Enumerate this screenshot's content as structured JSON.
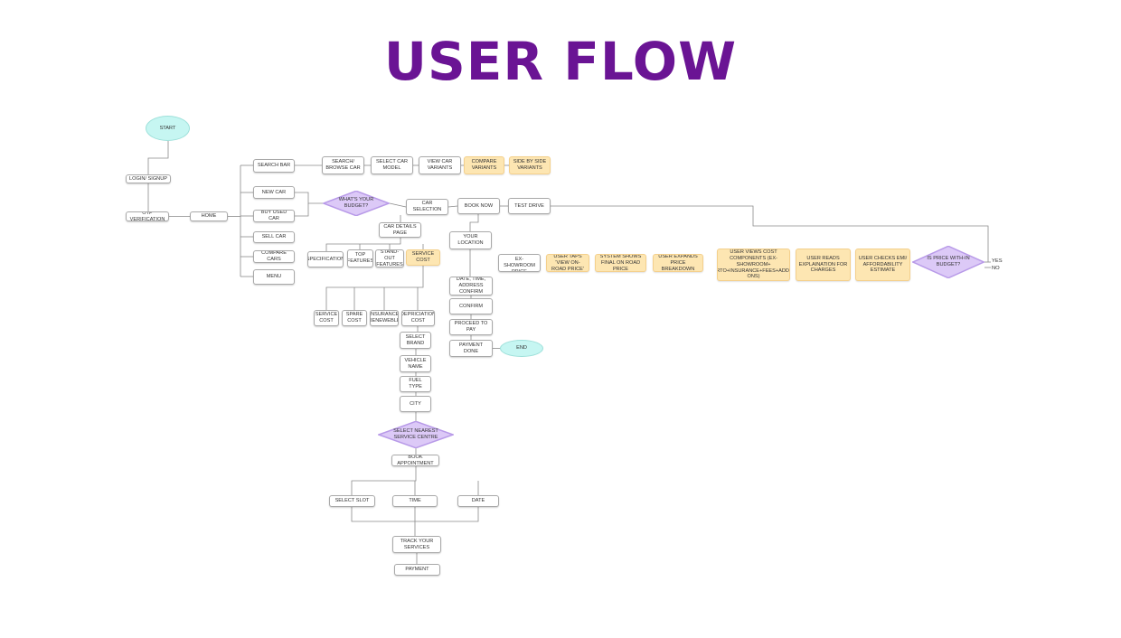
{
  "title": "USER FLOW",
  "chart_data": {
    "type": "flowchart",
    "nodes": [
      {
        "id": "start",
        "label": "START",
        "shape": "terminal"
      },
      {
        "id": "login",
        "label": "LOGIN/ SIGNUP",
        "shape": "process"
      },
      {
        "id": "otp",
        "label": "OTP VERIFICATION",
        "shape": "process"
      },
      {
        "id": "home",
        "label": "HOME",
        "shape": "process"
      },
      {
        "id": "searchbar",
        "label": "SEARCH BAR",
        "shape": "process"
      },
      {
        "id": "newcar",
        "label": "NEW CAR",
        "shape": "process"
      },
      {
        "id": "buyused",
        "label": "BUY USED CAR",
        "shape": "process"
      },
      {
        "id": "sellcar",
        "label": "SELL CAR",
        "shape": "process"
      },
      {
        "id": "compare",
        "label": "COMPARE CARS",
        "shape": "process"
      },
      {
        "id": "menu",
        "label": "MENU",
        "shape": "process"
      },
      {
        "id": "searchbrowse",
        "label": "SEARCH/ BROWSE CAR",
        "shape": "process"
      },
      {
        "id": "selectmodel",
        "label": "SELECT CAR MODEL",
        "shape": "process"
      },
      {
        "id": "viewvariants",
        "label": "VIEW CAR VARIANTS",
        "shape": "process"
      },
      {
        "id": "comparevariants",
        "label": "COMPARE VARIANTS",
        "shape": "highlight"
      },
      {
        "id": "sidebyside",
        "label": "SIDE BY SIDE VARIANTS",
        "shape": "highlight"
      },
      {
        "id": "budget",
        "label": "WHAT'S YOUR BUDGET?",
        "shape": "decision"
      },
      {
        "id": "carselection",
        "label": "CAR SELECTION",
        "shape": "process"
      },
      {
        "id": "booknow",
        "label": "BOOK NOW",
        "shape": "process"
      },
      {
        "id": "testdrive",
        "label": "TEST DRIVE",
        "shape": "process"
      },
      {
        "id": "cardetails",
        "label": "CAR DETAILS PAGE",
        "shape": "process"
      },
      {
        "id": "specification",
        "label": "SPECIFICATION",
        "shape": "process"
      },
      {
        "id": "topfeatures",
        "label": "TOP FEATURES",
        "shape": "process"
      },
      {
        "id": "standout",
        "label": "STAND-OUT FEATURES",
        "shape": "process"
      },
      {
        "id": "servicecost",
        "label": "SERVICE COST",
        "shape": "highlight"
      },
      {
        "id": "servicecost2",
        "label": "SERVICE COST",
        "shape": "process"
      },
      {
        "id": "sparecost",
        "label": "SPARE COST",
        "shape": "process"
      },
      {
        "id": "insurance",
        "label": "INSURANCE RENEWEBLE",
        "shape": "process"
      },
      {
        "id": "depreciation",
        "label": "DEPRICIATION COST",
        "shape": "process"
      },
      {
        "id": "selectbrand",
        "label": "SELECT BRAND",
        "shape": "process"
      },
      {
        "id": "vehiclename",
        "label": "VEHICLE NAME",
        "shape": "process"
      },
      {
        "id": "fueltype",
        "label": "FUEL TYPE",
        "shape": "process"
      },
      {
        "id": "city",
        "label": "CITY",
        "shape": "process"
      },
      {
        "id": "nearest",
        "label": "SELECT NEAREST SERVICE CENTRE",
        "shape": "decision"
      },
      {
        "id": "bookappt",
        "label": "BOOK APPOINTMENT",
        "shape": "process"
      },
      {
        "id": "selectslot",
        "label": "SELECT SLOT",
        "shape": "process"
      },
      {
        "id": "time",
        "label": "TIME",
        "shape": "process"
      },
      {
        "id": "date",
        "label": "DATE",
        "shape": "process"
      },
      {
        "id": "track",
        "label": "TRACK YOUR SERVICES",
        "shape": "process"
      },
      {
        "id": "payment",
        "label": "PAYMENT",
        "shape": "process"
      },
      {
        "id": "yourlocation",
        "label": "YOUR LOCATION",
        "shape": "process"
      },
      {
        "id": "datetime",
        "label": "DATE, TIME, ADDRESS CONFIRM",
        "shape": "process"
      },
      {
        "id": "confirm",
        "label": "CONFIRM",
        "shape": "process"
      },
      {
        "id": "proceed",
        "label": "PROCEED TO PAY",
        "shape": "process"
      },
      {
        "id": "paymentdone",
        "label": "PAYMENT DONE",
        "shape": "process"
      },
      {
        "id": "end",
        "label": "END",
        "shape": "terminal"
      },
      {
        "id": "exshowroom",
        "label": "USER SEES EX-SHOWROOM PRICE",
        "shape": "process"
      },
      {
        "id": "taps",
        "label": "USER TAPS 'VIEW ON-ROAD PRICE'",
        "shape": "highlight"
      },
      {
        "id": "systemshows",
        "label": "SYSTEM SHOWS FINAL ON ROAD PRICE",
        "shape": "highlight"
      },
      {
        "id": "expands",
        "label": "USER EXPANDS PRICE BREAKDOWN",
        "shape": "highlight"
      },
      {
        "id": "components",
        "label": "USER VIEWS COST COMPONENTS (EX-SHOWROOM+ RTO+INSURANCE+FEES+ADD-ONS)",
        "shape": "highlight"
      },
      {
        "id": "reads",
        "label": "USER READS EXPLAINATION FOR CHARGES",
        "shape": "highlight"
      },
      {
        "id": "emi",
        "label": "USER CHECKS EMI/ AFFORDABILITY ESTIMATE",
        "shape": "highlight"
      },
      {
        "id": "withinbudget",
        "label": "IS PRICE WITH-IN BUDGET?",
        "shape": "decision"
      }
    ],
    "branch_labels": [
      "YES",
      "NO"
    ]
  }
}
